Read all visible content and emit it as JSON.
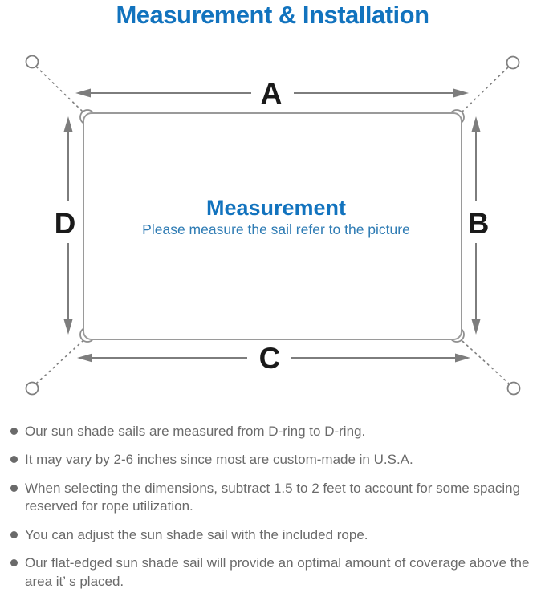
{
  "page_title": "Measurement & Installation",
  "diagram": {
    "label_a": "A",
    "label_b": "B",
    "label_c": "C",
    "label_d": "D",
    "center_title": "Measurement",
    "center_subtitle": "Please measure the sail refer to the picture"
  },
  "notes": [
    "Our sun shade sails are measured from D-ring to D-ring.",
    "It may vary by 2-6 inches since most are custom-made in U.S.A.",
    "When selecting the dimensions, subtract 1.5 to 2 feet to account for some spacing reserved for rope utilization.",
    "You can adjust the sun shade sail with the included rope.",
    "Our flat-edged sun shade sail will provide an optimal amount of coverage above the area it’ s placed."
  ],
  "colors": {
    "heading_blue": "#1273BE",
    "subtitle_blue": "#2F7CB4",
    "note_text_gray": "#6A6A6A",
    "diagram_line_gray": "#8A8A8A",
    "dim_label_black": "#1A1A1A"
  }
}
